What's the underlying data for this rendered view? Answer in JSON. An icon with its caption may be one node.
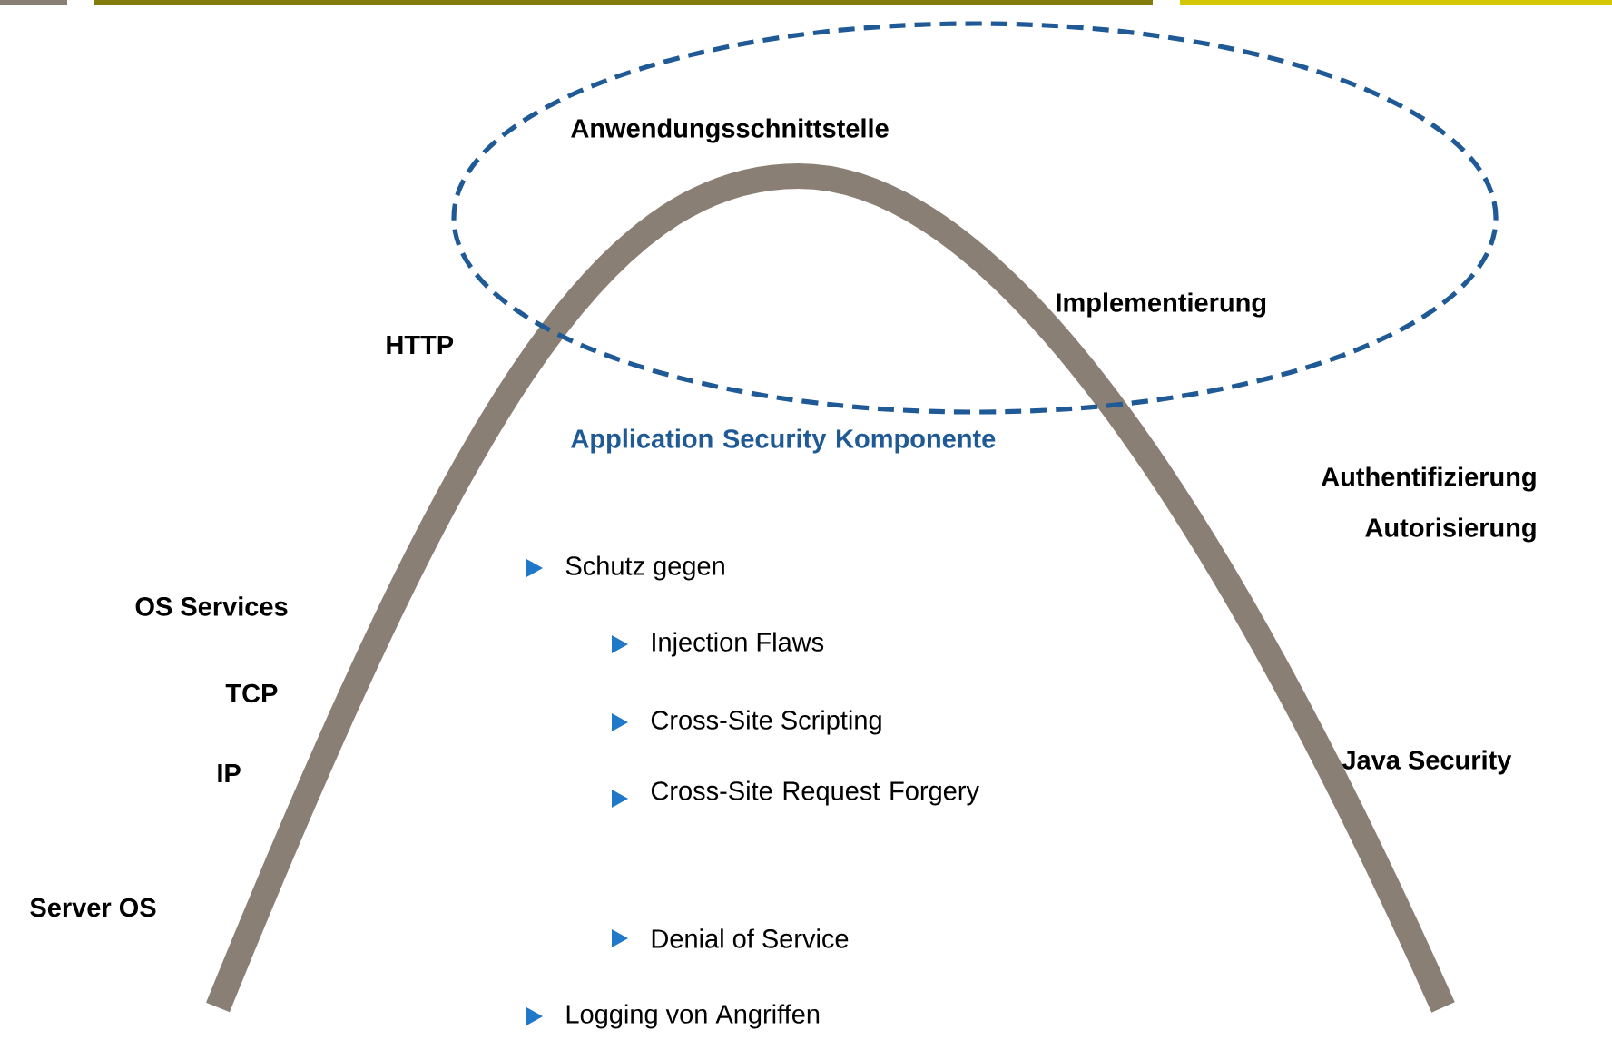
{
  "diagram": {
    "nodes": [
      {
        "text": [
          "Anwendungsschnittstelle",
          "Implementierung"
        ]
      }
    ],
    "labels": [
      "HTTP",
      "Application Security Komponente",
      "Schutz gegen",
      "Injection Flaws",
      "Cross-Site Scripting",
      "Cross-Site Request Forgery",
      "Denial of Service",
      "Logging von Angriffen",
      "Authentifizierung Autorisierung",
      "Java Security",
      "OS Services",
      "TCP",
      "IP",
      "Server OS"
    ]
  }
}
